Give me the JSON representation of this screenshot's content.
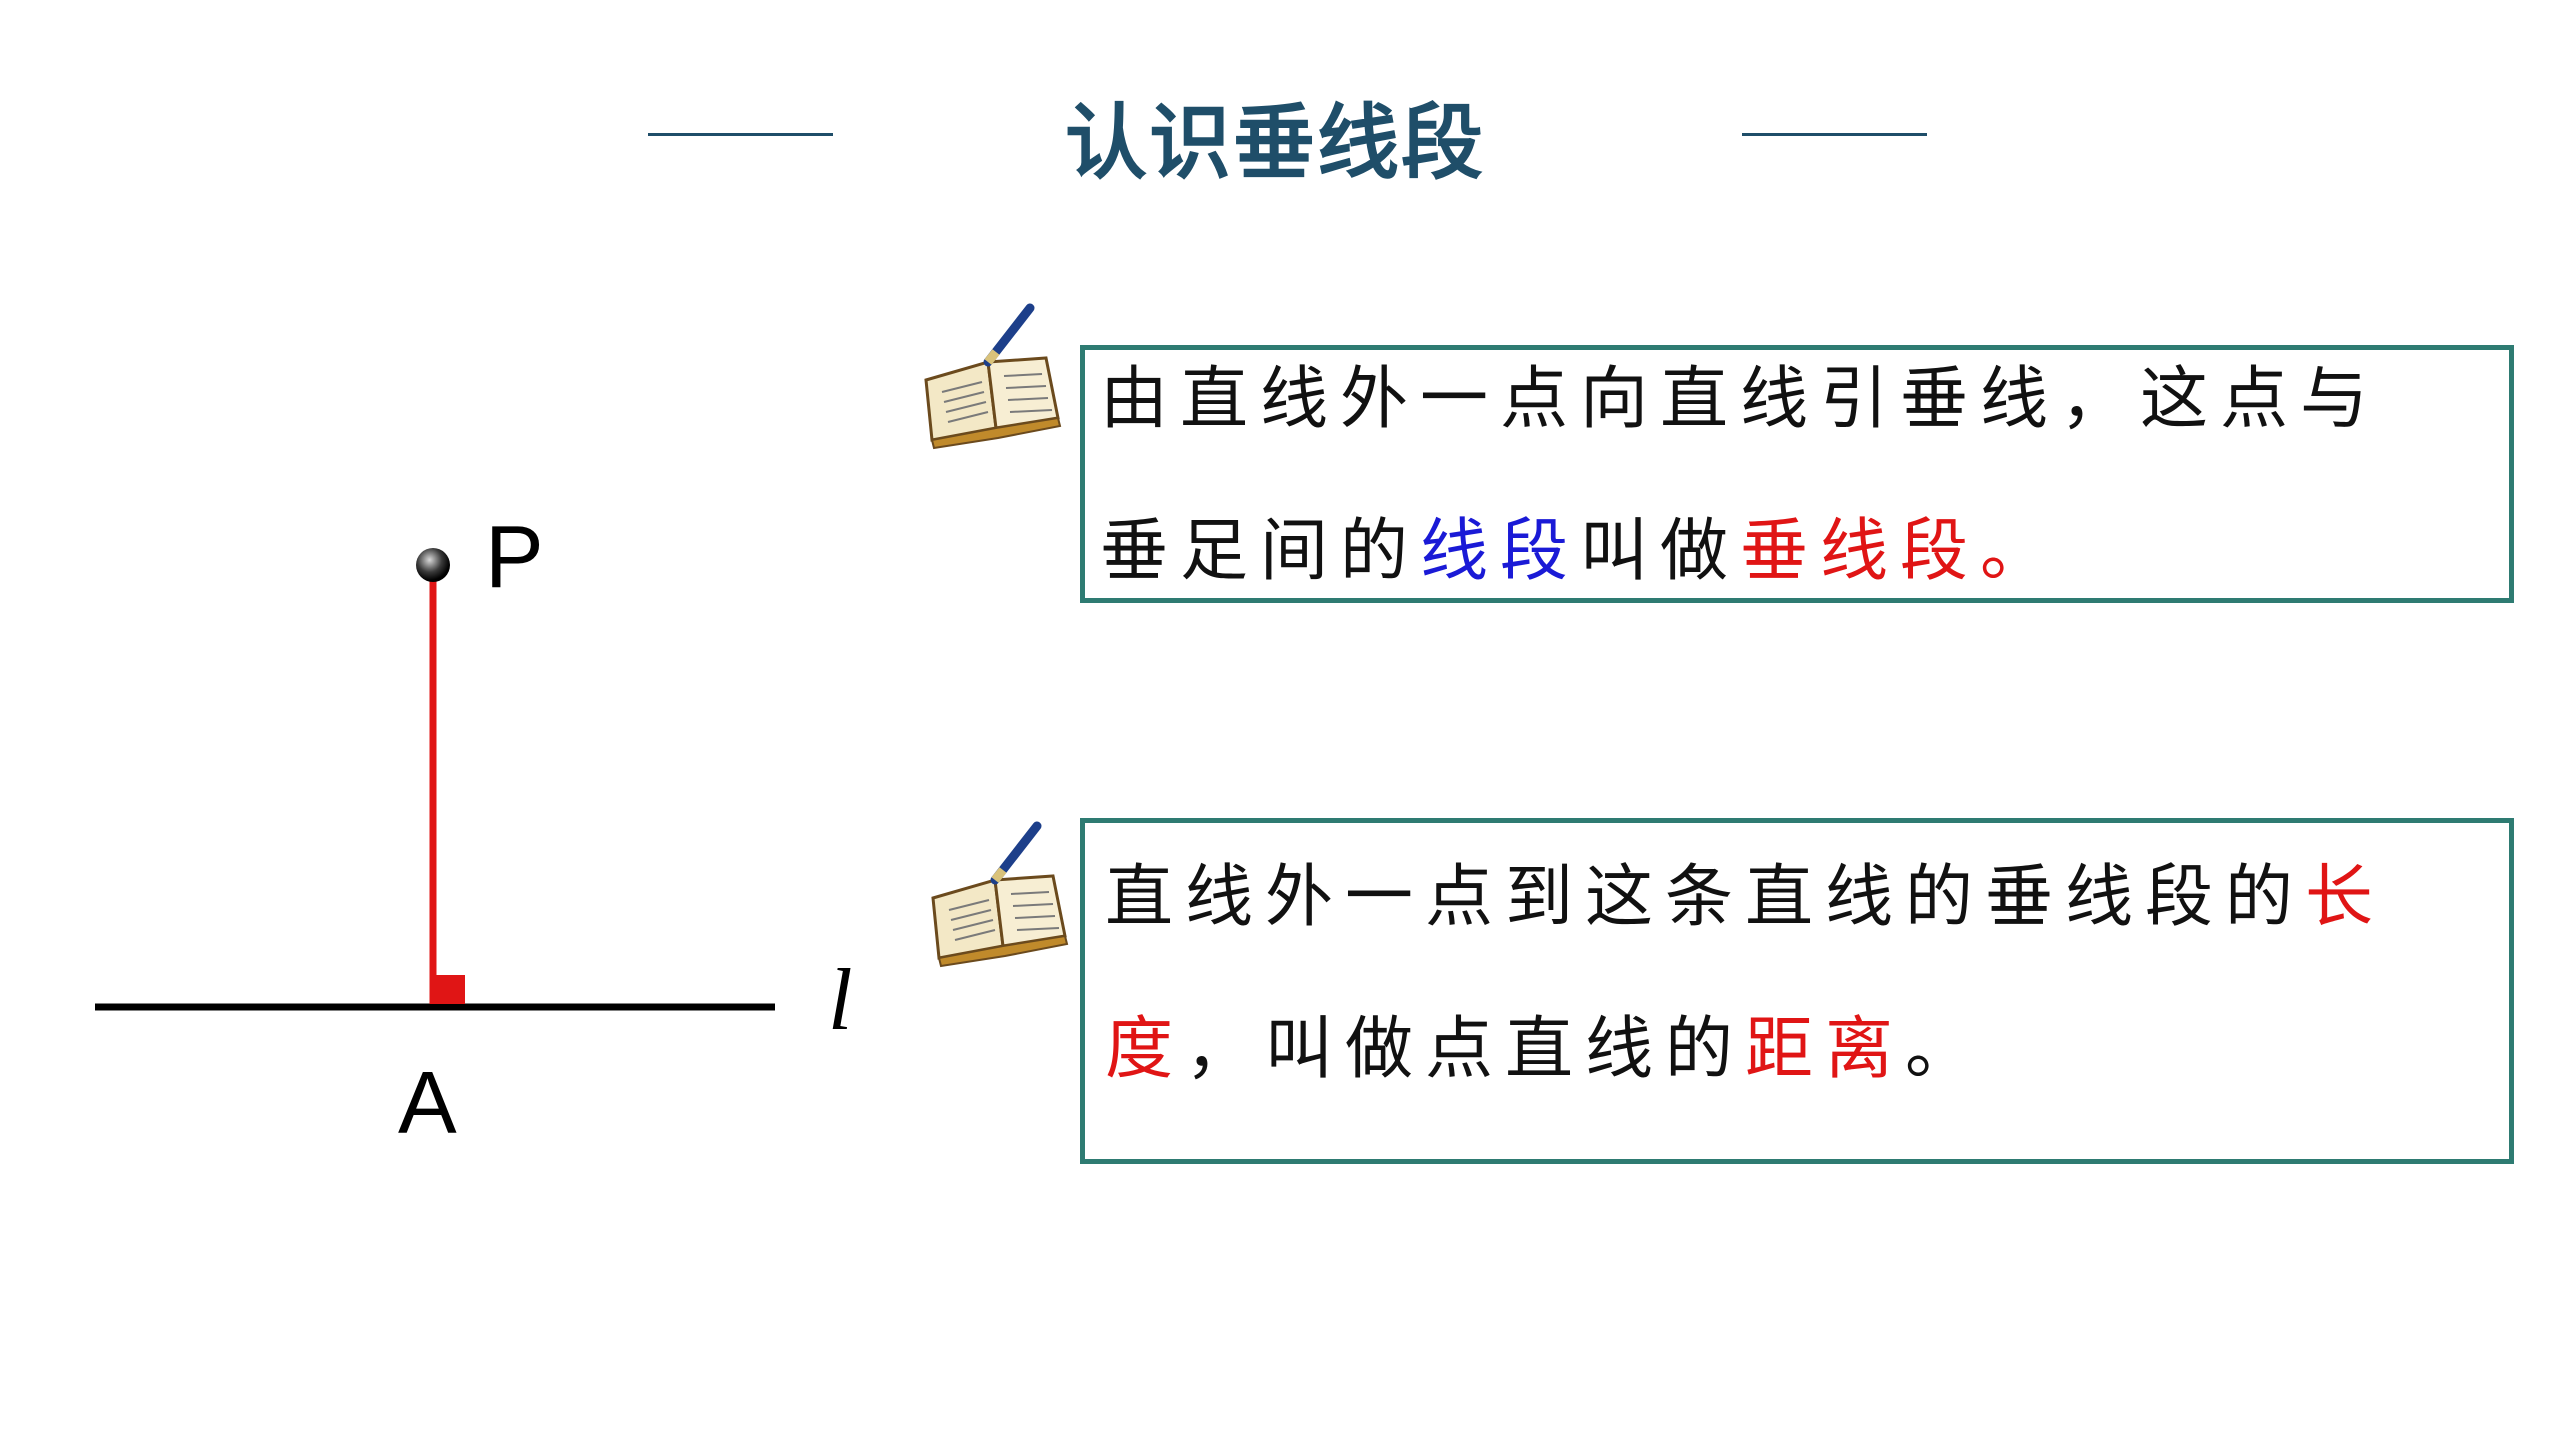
{
  "title": "认识垂线段",
  "figure": {
    "point_label": "P",
    "foot_label": "A",
    "line_label": "l"
  },
  "card1": {
    "line1": "由直线外一点向直线引垂线，这点与",
    "line2_a": "垂足间的",
    "line2_b": "线段",
    "line2_c": "叫做",
    "line2_d": "垂线段。"
  },
  "card2": {
    "line1_a": "直线外一点到这条直线的垂线段的",
    "line1_b": "长",
    "line2_a": "度",
    "line2_b": "，叫做点直线的",
    "line2_c": "距离",
    "line2_d": "。"
  },
  "colors": {
    "title": "#1f4e69",
    "card_border": "#2e7b72",
    "highlight_blue": "#1a1ad6",
    "highlight_red": "#e01515",
    "perpendicular": "#e01515"
  },
  "icons": [
    "open-book-pen-icon",
    "open-book-pen-icon"
  ]
}
